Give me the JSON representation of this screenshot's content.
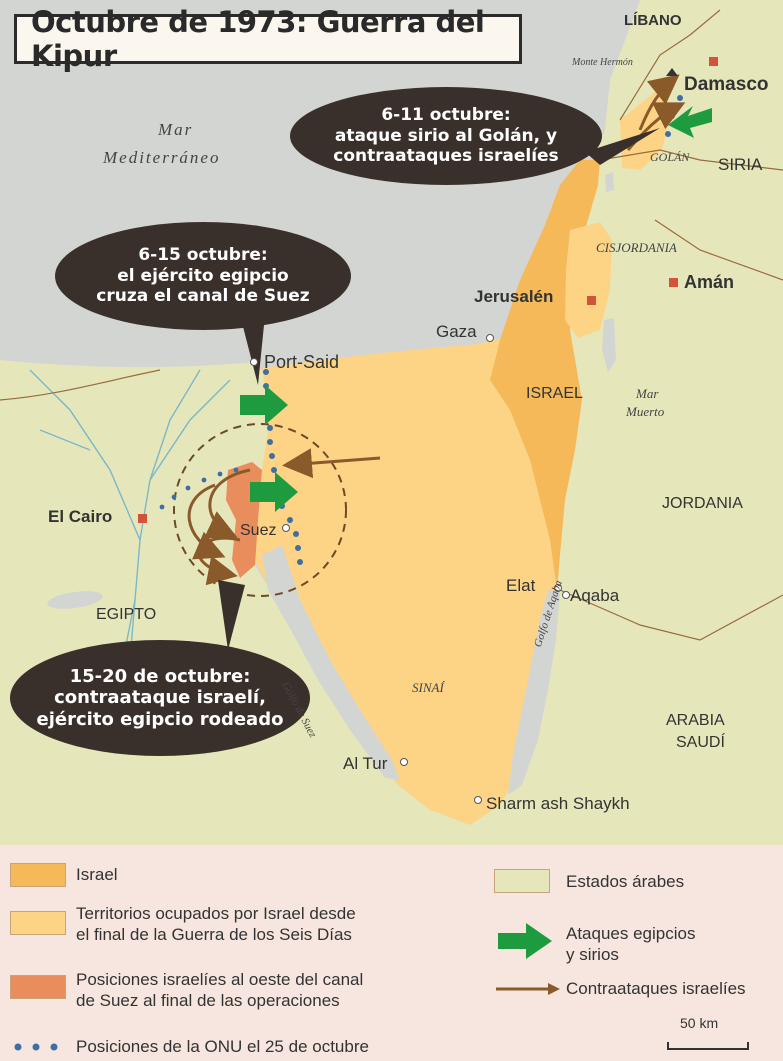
{
  "title": "Octubre de 1973: Guerra del Kipur",
  "colors": {
    "sea": "#d3d5d3",
    "arab_states": "#e5e7bb",
    "israel": "#f5b95a",
    "occupied": "#fdd486",
    "israeli_west_positions": "#e98d5c",
    "egyptian_arrow": "#1f9b3f",
    "israeli_arrow": "#8a5a2a",
    "un_dots": "#3f6ea3",
    "bubble": "#3a302b"
  },
  "bubbles": {
    "golan": [
      "6-11 octubre:",
      "ataque sirio al Golán, y",
      "contraataques israelíes"
    ],
    "suez_crossing": [
      "6-15 octubre:",
      "el ejército egipcio",
      "cruza el canal de Suez"
    ],
    "counterattack": [
      "15-20 de octubre:",
      "contraataque israelí,",
      "ejército egipcio rodeado"
    ]
  },
  "labels": {
    "lebanon": "LÍBANO",
    "hermon": "Monte Hermón",
    "damascus": "Damasco",
    "golan": "GOLÁN",
    "syria": "SIRIA",
    "sea_med_1": "Mar",
    "sea_med_2": "Mediterráneo",
    "west_bank": "CISJORDANIA",
    "amman": "Amán",
    "jerusalem": "Jerusalén",
    "gaza": "Gaza",
    "port_said": "Port-Said",
    "israel": "ISRAEL",
    "dead_sea_1": "Mar",
    "dead_sea_2": "Muerto",
    "jordan": "JORDANIA",
    "cairo": "El Cairo",
    "suez": "Suez",
    "egypt": "EGIPTO",
    "elat": "Elat",
    "aqaba": "Aqaba",
    "gulf_suez": "Golfo de Suez",
    "sinai": "SINAÍ",
    "gulf_aqaba": "Golfo de Aqaba",
    "saudi_1": "ARABIA",
    "saudi_2": "SAUDÍ",
    "al_tur": "Al Tur",
    "sharm": "Sharm ash Shaykh"
  },
  "legend": {
    "israel": "Israel",
    "occupied": [
      "Territorios ocupados por Israel desde",
      "el final de la Guerra de los Seis Días"
    ],
    "west_positions": [
      "Posiciones israelíes al oeste del canal",
      "de Suez al final de las operaciones"
    ],
    "un": "Posiciones de la ONU el 25 de octubre",
    "arab_states": "Estados árabes",
    "egyptian_attacks": [
      "Ataques egipcios",
      "y sirios"
    ],
    "israeli_counter": "Contraataques israelíes",
    "scale": "50 km"
  }
}
